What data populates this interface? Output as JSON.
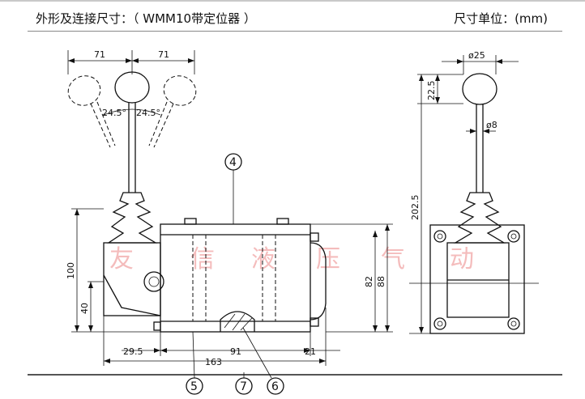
{
  "header": {
    "title": "外形及连接尺寸：（ WMM10带定位器 ）",
    "unit": "尺寸单位：(mm)"
  },
  "dimensions": {
    "swing_left": "71",
    "swing_right": "71",
    "angle_left": "24.5°",
    "angle_right": "24.5°",
    "height_total": "100",
    "height_lower": "40",
    "offset_left": "29.5",
    "body_length": "91",
    "offset_right": "21",
    "overall_length": "163",
    "body_height_a": "82",
    "body_height_b": "88",
    "knob_diameter": "ø25",
    "knob_height": "22.5",
    "stem_diameter": "ø8",
    "total_height": "202.5"
  },
  "callouts": [
    "4",
    "5",
    "7",
    "6"
  ],
  "watermark": [
    "友",
    "信",
    "液",
    "压",
    "气",
    "动"
  ]
}
